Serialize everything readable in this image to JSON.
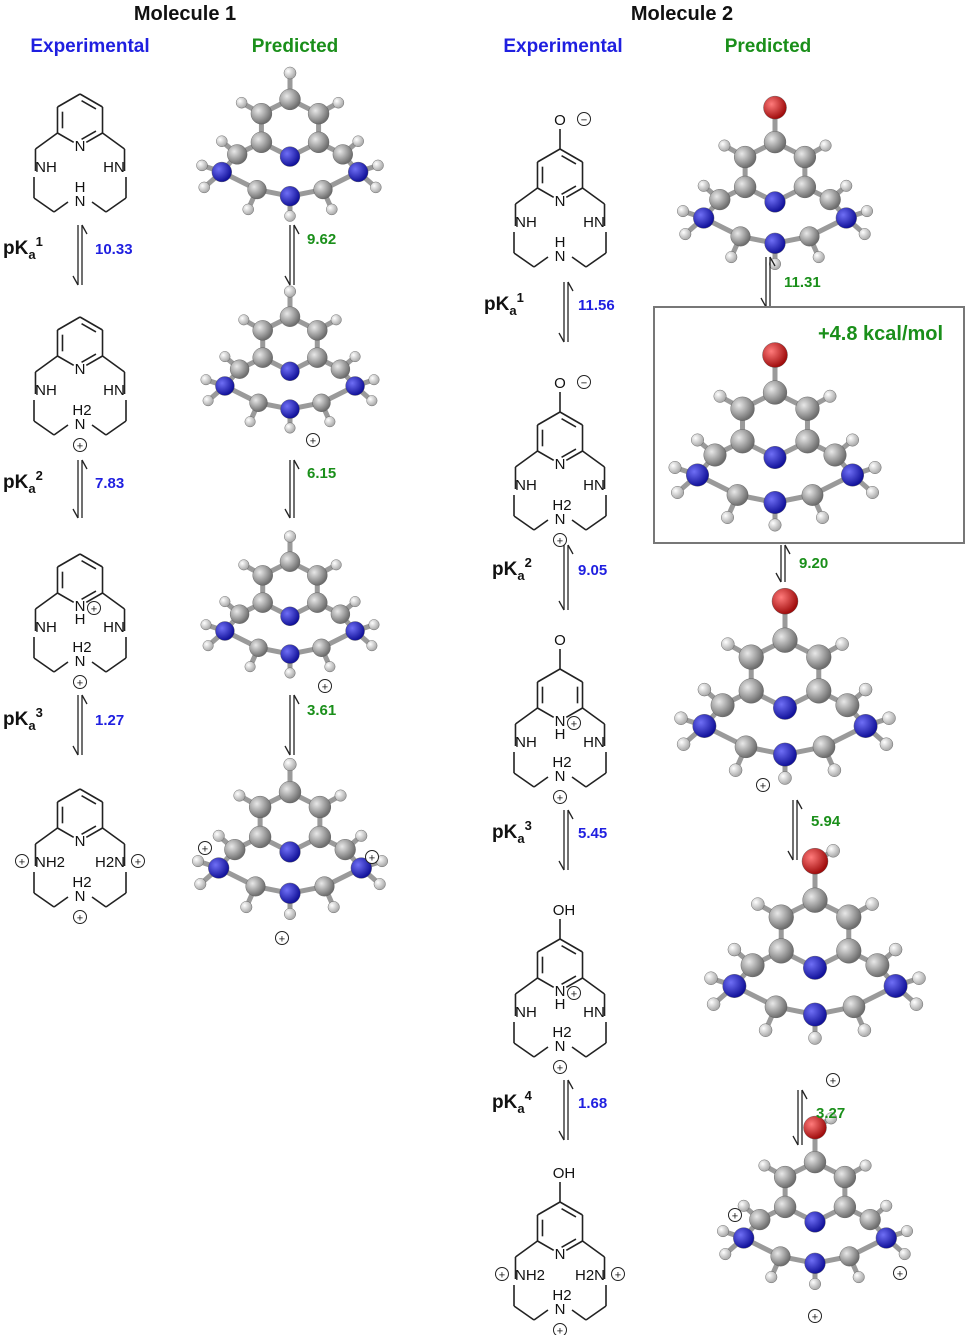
{
  "molecules": [
    {
      "title": "Molecule 1",
      "exp_header": "Experimental",
      "pred_header": "Predicted",
      "exp_values": [
        "10.33",
        "7.83",
        "1.27"
      ],
      "pred_values": [
        "9.62",
        "6.15",
        "3.61"
      ],
      "pka_superscripts": [
        "1",
        "2",
        "3"
      ]
    },
    {
      "title": "Molecule 2",
      "exp_header": "Experimental",
      "pred_header": "Predicted",
      "exp_values": [
        "11.56",
        "9.05",
        "5.45",
        "1.68"
      ],
      "pred_values": [
        "11.31",
        "9.20",
        "5.94",
        "3.27"
      ],
      "pka_superscripts": [
        "1",
        "2",
        "3",
        "4"
      ]
    }
  ],
  "pka_prefix": "pK",
  "pka_subscript": "a",
  "inset_energy": "+4.8 kcal/mol",
  "atom_labels": {
    "N": "N",
    "NH": "NH",
    "HN": "HN",
    "H": "H",
    "H2": "H2",
    "O": "O",
    "OH": "OH",
    "NH2": "NH2",
    "H2N": "H2N",
    "plus": "+",
    "minus": "−"
  },
  "colors": {
    "experimental": "#1f1fe0",
    "predicted": "#1a8f1a",
    "carbon": "#8a8a8a",
    "nitrogen": "#1c1cc8",
    "oxygen": "#d41a1a",
    "hydrogen": "#e6e6e6"
  }
}
